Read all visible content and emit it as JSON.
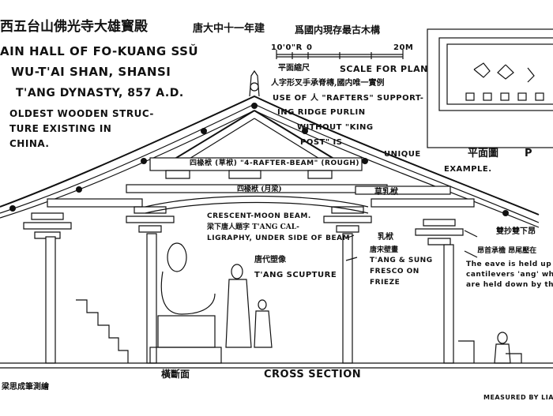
{
  "title_zh": "西五台山佛光寺大雄寳殿",
  "date_zh": "唐大中十一年建",
  "note_zh": "爲國内現存最古木構",
  "title_en": [
    "AIN HALL OF FO-KUANG SSŬ",
    "WU-T'AI SHAN, SHANSI",
    "T'ANG DYNASTY, 857 A.D."
  ],
  "oldest_note": [
    "OLDEST WOODEN STRUC-",
    "TURE EXISTING IN",
    "CHINA."
  ],
  "scale": {
    "left_label": "10'0\"R",
    "mid_label": "0",
    "right_label": "20M",
    "caption_zh": "平面縮尺",
    "caption_en": "SCALE FOR PLAN"
  },
  "rafters_note": {
    "zh": "人字形叉手承脊槫,國内唯一實例",
    "en": [
      "USE OF 人 \"RAFTERS\" SUPPORT-",
      "ING RIDGE PURLIN",
      "WITHOUT \"KING",
      "POST\" IS"
    ],
    "unique": "UNIQUE",
    "example": "EXAMPLE."
  },
  "plan": {
    "label_zh": "平面圖",
    "label_en": "P"
  },
  "beams": {
    "four_rafter": "四椽栿 (草栿)  \"4-RAFTER-BEAM\" (ROUGH)",
    "four_rafter_lower": "四椽栿 (月梁)",
    "cao_ru": "草乳栿",
    "ru": "乳栿"
  },
  "crescent": {
    "line1": "CRESCENT-MOON BEAM.",
    "line2": "梁下唐人題字  T'ANG CAL-",
    "line3": "LIGRAPHY, UNDER SIDE OF BEAM"
  },
  "sculpture": {
    "zh": "唐代塑像",
    "en": "T'ANG SCUPTURE"
  },
  "fresco": {
    "lines": [
      "唐宋壁畫",
      "T'ANG & SUNG",
      "FRESCO  ON",
      "FRIEZE"
    ]
  },
  "eave": {
    "zh1": "雙抄雙下昂",
    "zh2": "昂首承檐 昂尾壓在",
    "en": [
      "The eave is held up by",
      "cantilevers 'ang' whose",
      "are held down by the"
    ]
  },
  "section": {
    "zh": "橫斷面",
    "en": "CROSS SECTION"
  },
  "credit_zh": "梁思成筆測繪",
  "measured": "MEASURED BY LIAN"
}
